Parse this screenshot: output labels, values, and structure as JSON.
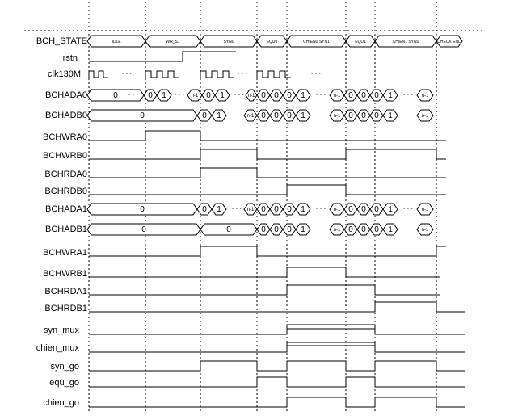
{
  "signals": [
    {
      "id": "bch-state",
      "label": "BCH_STATE"
    },
    {
      "id": "rstn",
      "label": "rstn"
    },
    {
      "id": "clk130m",
      "label": "clk130M"
    },
    {
      "id": "bchada0",
      "label": "BCHADA0"
    },
    {
      "id": "bchadb0",
      "label": "BCHADB0"
    },
    {
      "id": "bchwra0",
      "label": "BCHWRA0"
    },
    {
      "id": "bchwrb0",
      "label": "BCHWRB0"
    },
    {
      "id": "bchrda0",
      "label": "BCHRDA0"
    },
    {
      "id": "bchrdb0",
      "label": "BCHRDB0"
    },
    {
      "id": "bchada1",
      "label": "BCHADA1"
    },
    {
      "id": "bchadb1",
      "label": "BCHADB1"
    },
    {
      "id": "bchwra1",
      "label": "BCHWRA1"
    },
    {
      "id": "bchwrb1",
      "label": "BCHWRB1"
    },
    {
      "id": "bchrda1",
      "label": "BCHRDA1"
    },
    {
      "id": "bchrdb1",
      "label": "BCHRDB1"
    },
    {
      "id": "syn-mux",
      "label": "syn_mux"
    },
    {
      "id": "chien-mux",
      "label": "chien_mux"
    },
    {
      "id": "syn-go",
      "label": "syn_go"
    },
    {
      "id": "equ-go",
      "label": "equ_go"
    },
    {
      "id": "chien-go",
      "label": "chien_go"
    }
  ],
  "states": [
    "IDLE",
    "WR_S1",
    "SYN0",
    "EQU0",
    "CHIEN0 SYN1",
    "EQU1",
    "CHIEN1 SYN0",
    "CHECK END"
  ],
  "bus_values": {
    "zero": "0",
    "one": "1",
    "last": "n-1",
    "dots": "· · ·"
  }
}
